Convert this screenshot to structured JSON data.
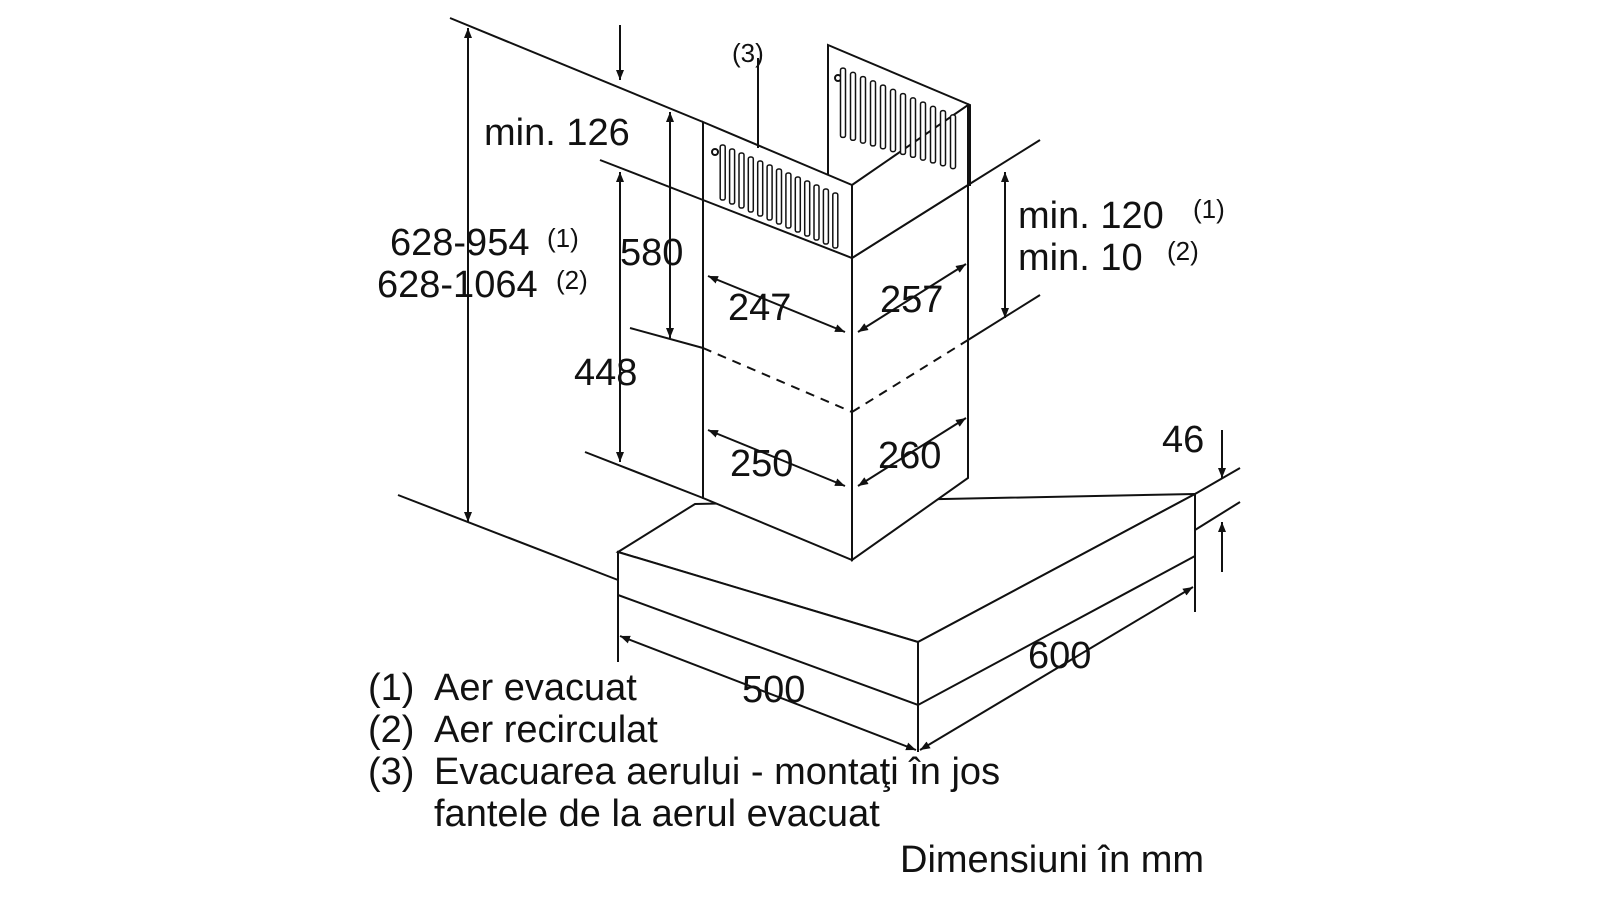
{
  "labels": {
    "total_height_1": "628-954",
    "total_height_1_sup": "(1)",
    "total_height_2": "628-1064",
    "total_height_2_sup": "(2)",
    "min_top": "min. 126",
    "upper_chimney": "580",
    "lower_chimney": "448",
    "callout_3": "(3)",
    "min_ceiling_1": "min. 120",
    "min_ceiling_1_sup": "(1)",
    "min_ceiling_2": "min. 10",
    "min_ceiling_2_sup": "(2)",
    "upper_width": "247",
    "upper_depth": "257",
    "lower_width": "250",
    "lower_depth": "260",
    "canopy_height": "46",
    "canopy_depth": "500",
    "canopy_width": "600"
  },
  "legend": {
    "item1_num": "(1)",
    "item1_text": "Aer evacuat",
    "item2_num": "(2)",
    "item2_text": "Aer recirculat",
    "item3_num": "(3)",
    "item3_text_line1": "Evacuarea aerului - montaţi în jos",
    "item3_text_line2": "fantele de la aerul evacuat",
    "units": "Dimensiuni în mm"
  }
}
